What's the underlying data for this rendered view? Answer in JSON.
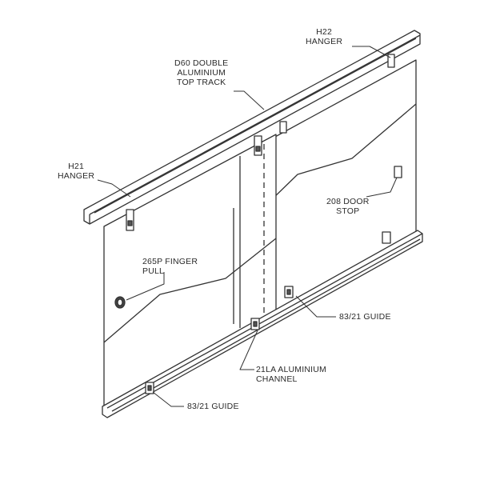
{
  "labels": {
    "h22_hanger": "H22\nHANGER",
    "d60_track": "D60 DOUBLE\nALUMINIUM\nTOP TRACK",
    "h21_hanger": "H21\nHANGER",
    "door_stop": "208 DOOR\nSTOP",
    "finger_pull": "265P FINGER\nPULL",
    "guide_right": "83/21 GUIDE",
    "channel": "21LA ALUMINIUM\nCHANNEL",
    "guide_left": "83/21 GUIDE"
  },
  "colors": {
    "line": "#333333",
    "fill": "#ffffff"
  }
}
